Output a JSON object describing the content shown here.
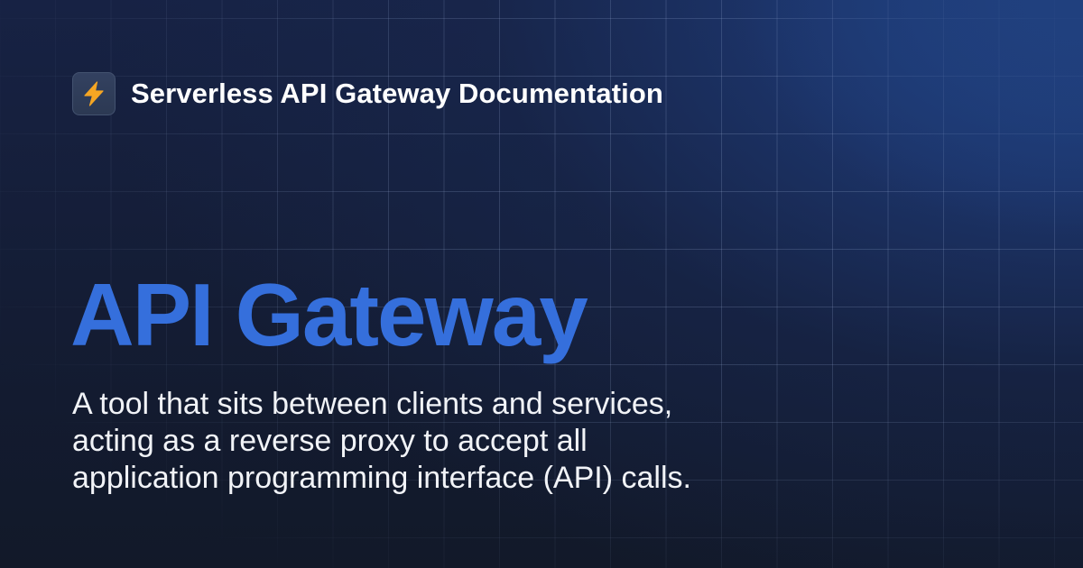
{
  "header": {
    "logo_icon": "lightning-bolt-icon",
    "title": "Serverless API Gateway Documentation"
  },
  "main": {
    "title": "API Gateway",
    "description_lines": [
      "A tool that sits between clients and services,",
      "acting as a reverse proxy to accept all",
      "application programming interface (API) calls."
    ]
  },
  "colors": {
    "accent": "#356fdc",
    "bolt": "#f6a623",
    "background_dark": "#111827",
    "background_blue": "#1f3d7a",
    "text": "#ffffff"
  }
}
